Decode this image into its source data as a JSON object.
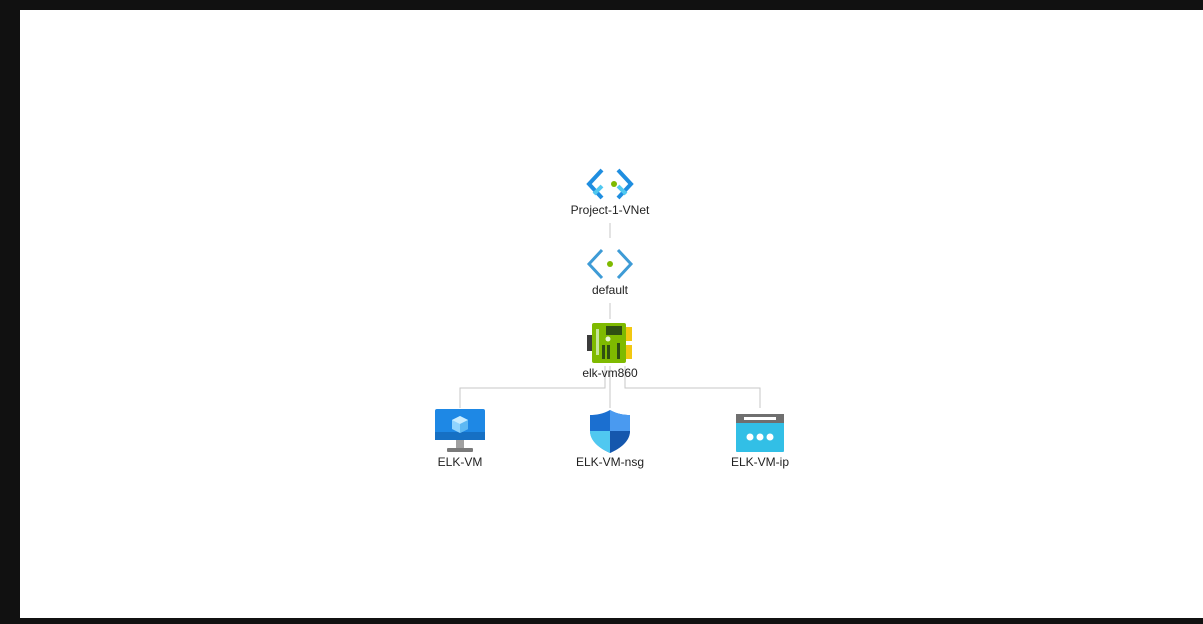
{
  "colors": {
    "link": "#c7c7c7",
    "vnet_blue": "#1f8ee0",
    "vnet_light": "#50c8f0",
    "vnet_dot": "#7fba00",
    "nic_green": "#7fba00",
    "nic_yellow": "#f2c811",
    "vm_blue": "#1e88e5",
    "shield_blue": "#1b6fd0",
    "ip_cyan": "#32bfe6"
  },
  "nodes": {
    "vnet": {
      "label": "Project-1-VNet",
      "icon": "virtual-network-icon"
    },
    "subnet": {
      "label": "default",
      "icon": "subnet-icon"
    },
    "nic": {
      "label": "elk-vm860",
      "icon": "network-interface-icon"
    },
    "vm": {
      "label": "ELK-VM",
      "icon": "virtual-machine-icon"
    },
    "nsg": {
      "label": "ELK-VM-nsg",
      "icon": "network-security-group-icon"
    },
    "ip": {
      "label": "ELK-VM-ip",
      "icon": "public-ip-icon"
    }
  },
  "edges": [
    {
      "from": "vnet",
      "to": "subnet"
    },
    {
      "from": "subnet",
      "to": "nic"
    },
    {
      "from": "nic",
      "to": "vm"
    },
    {
      "from": "nic",
      "to": "nsg"
    },
    {
      "from": "nic",
      "to": "ip"
    }
  ]
}
